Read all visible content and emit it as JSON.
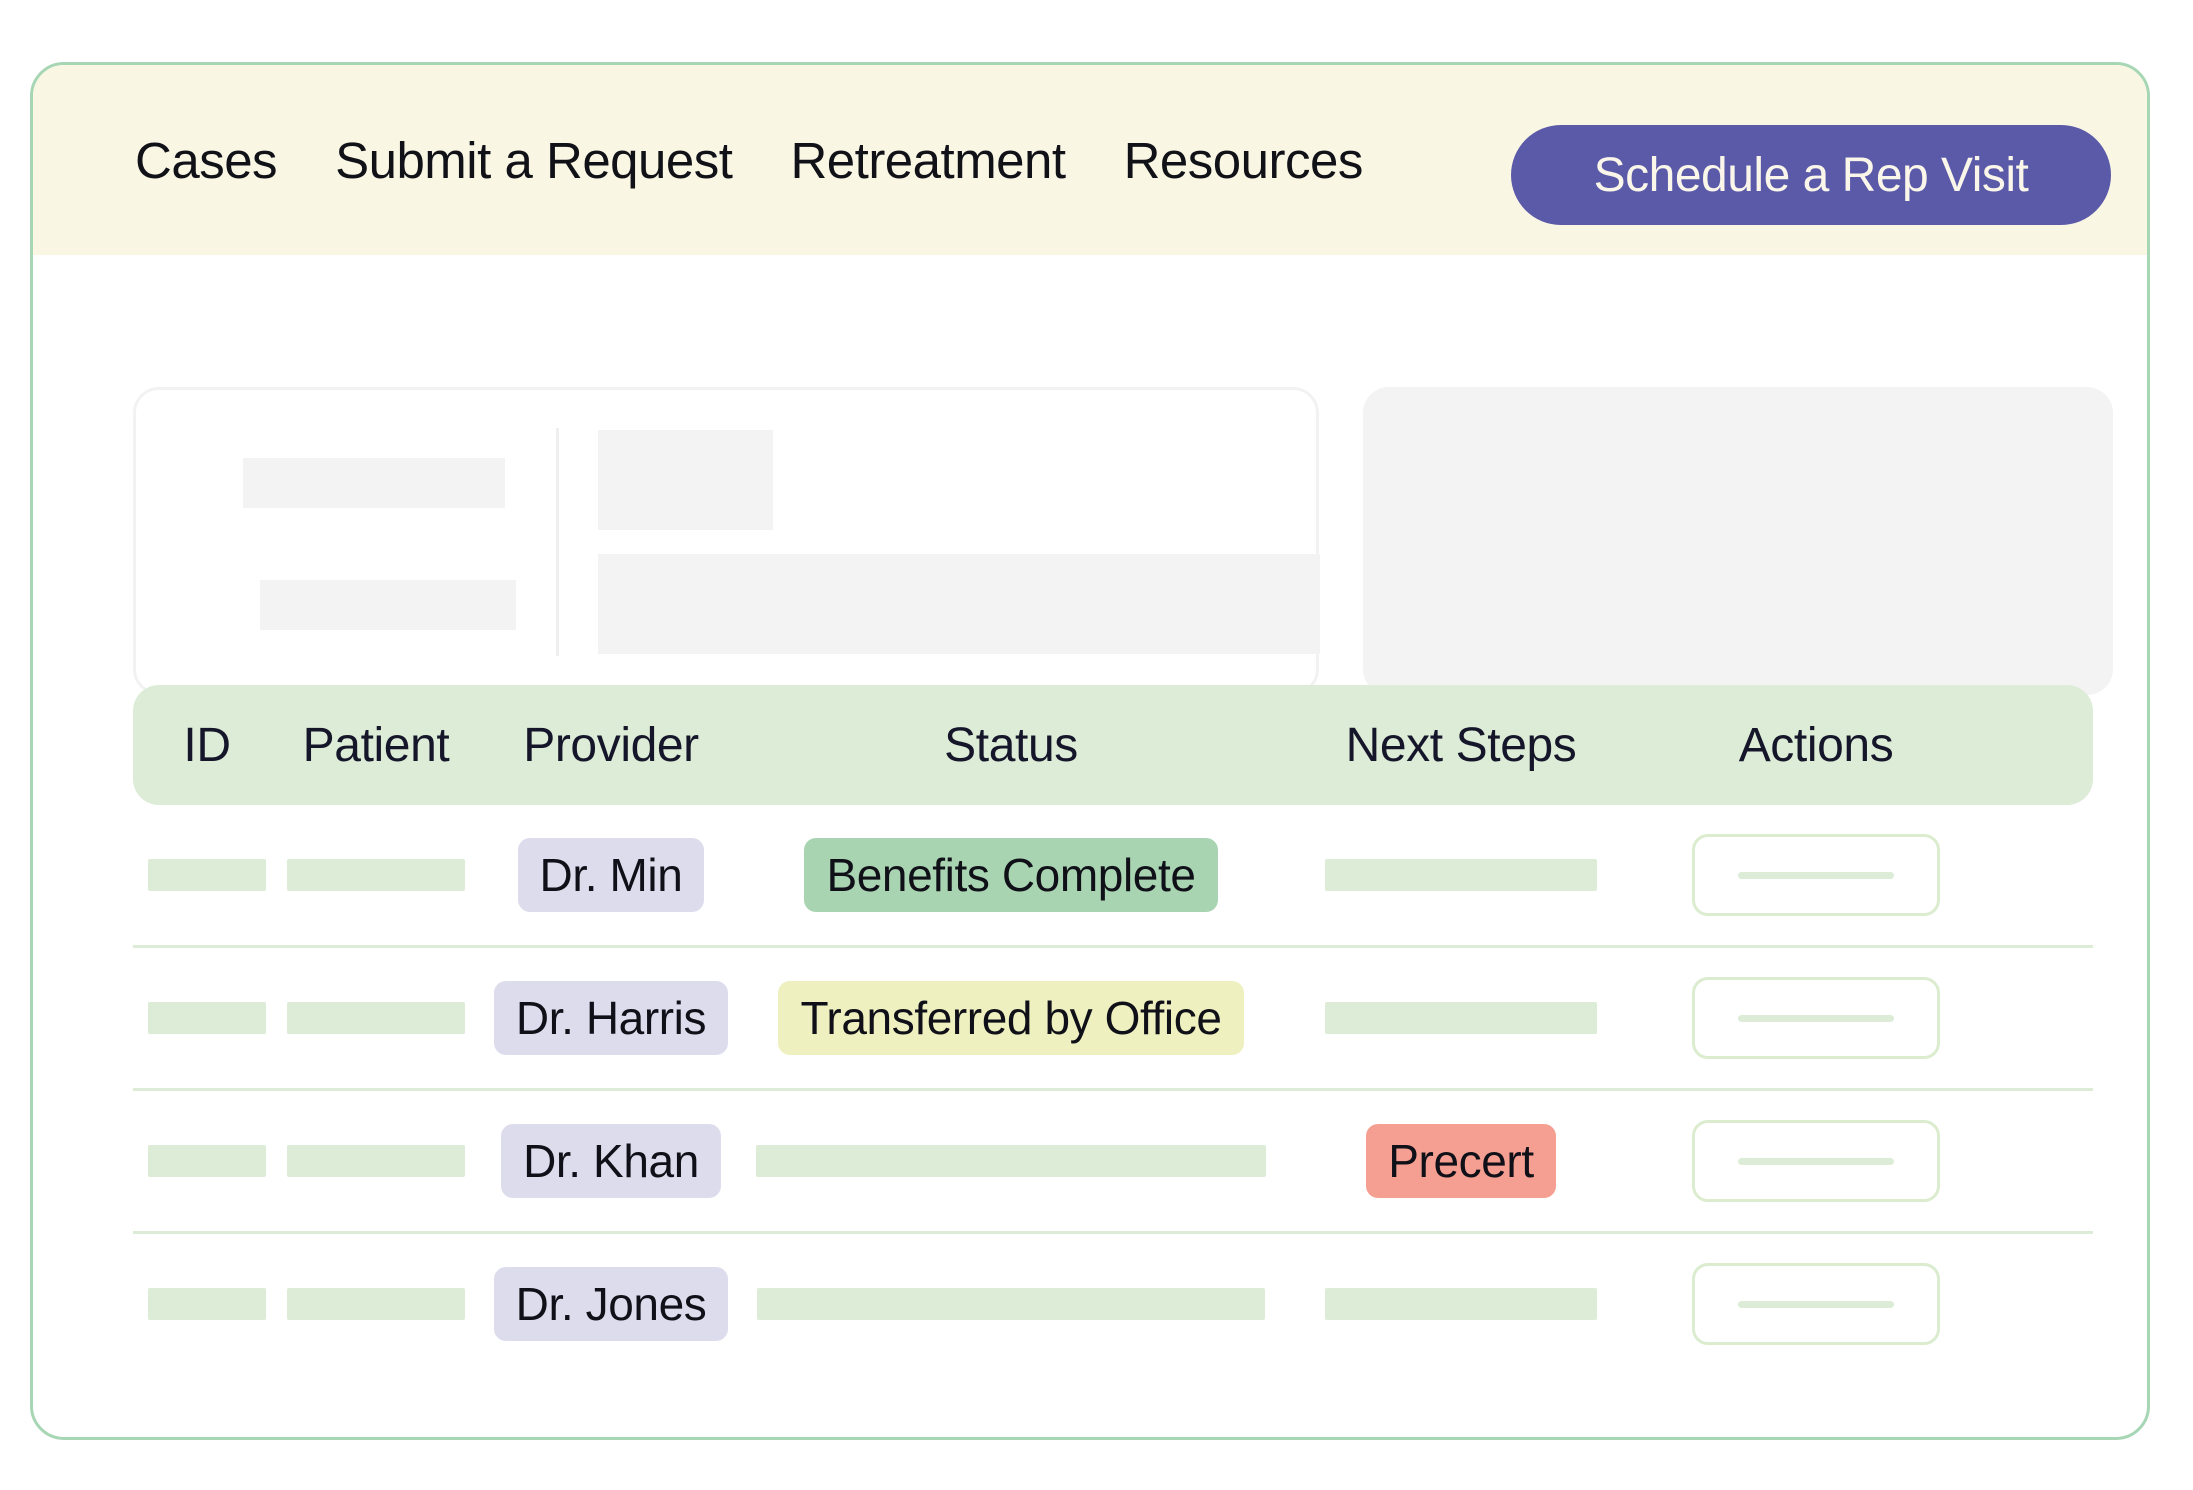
{
  "theme": {
    "frame_border": "#a7d6b5",
    "nav_background": "#faf6e4",
    "cta_background": "#5a5aa8",
    "cta_text": "#faf6ea",
    "table_header_background": "#dcecd6",
    "skeleton_green": "#dcecd6",
    "skeleton_grey": "#f3f3f3",
    "pill_provider": "#dcdced",
    "pill_status_complete": "#a9d4b1",
    "pill_status_transferred": "#eff0c0",
    "pill_next_precert": "#f59f92"
  },
  "nav": {
    "links": [
      {
        "label": "Cases"
      },
      {
        "label": "Submit a Request"
      },
      {
        "label": "Retreatment"
      },
      {
        "label": "Resources"
      }
    ],
    "cta": {
      "label": "Schedule a Rep Visit"
    }
  },
  "cards": {
    "detail_card": {
      "placeholder": true
    },
    "summary_card": {
      "placeholder": true
    }
  },
  "table": {
    "columns": [
      {
        "key": "id",
        "label": "ID"
      },
      {
        "key": "patient",
        "label": "Patient"
      },
      {
        "key": "provider",
        "label": "Provider"
      },
      {
        "key": "status",
        "label": "Status"
      },
      {
        "key": "next_steps",
        "label": "Next Steps"
      },
      {
        "key": "actions",
        "label": "Actions"
      }
    ],
    "rows": [
      {
        "id": "",
        "patient": "",
        "provider": "Dr. Min",
        "status": "Benefits Complete",
        "status_variant": "green",
        "next_steps": "",
        "next_variant": "placeholder"
      },
      {
        "id": "",
        "patient": "",
        "provider": "Dr. Harris",
        "status": "Transferred by Office",
        "status_variant": "yellow",
        "next_steps": "",
        "next_variant": "placeholder"
      },
      {
        "id": "",
        "patient": "",
        "provider": "Dr. Khan",
        "status": "",
        "status_variant": "placeholder",
        "next_steps": "Precert",
        "next_variant": "red"
      },
      {
        "id": "",
        "patient": "",
        "provider": "Dr. Jones",
        "status": "",
        "status_variant": "placeholder",
        "next_steps": "",
        "next_variant": "placeholder"
      }
    ]
  }
}
